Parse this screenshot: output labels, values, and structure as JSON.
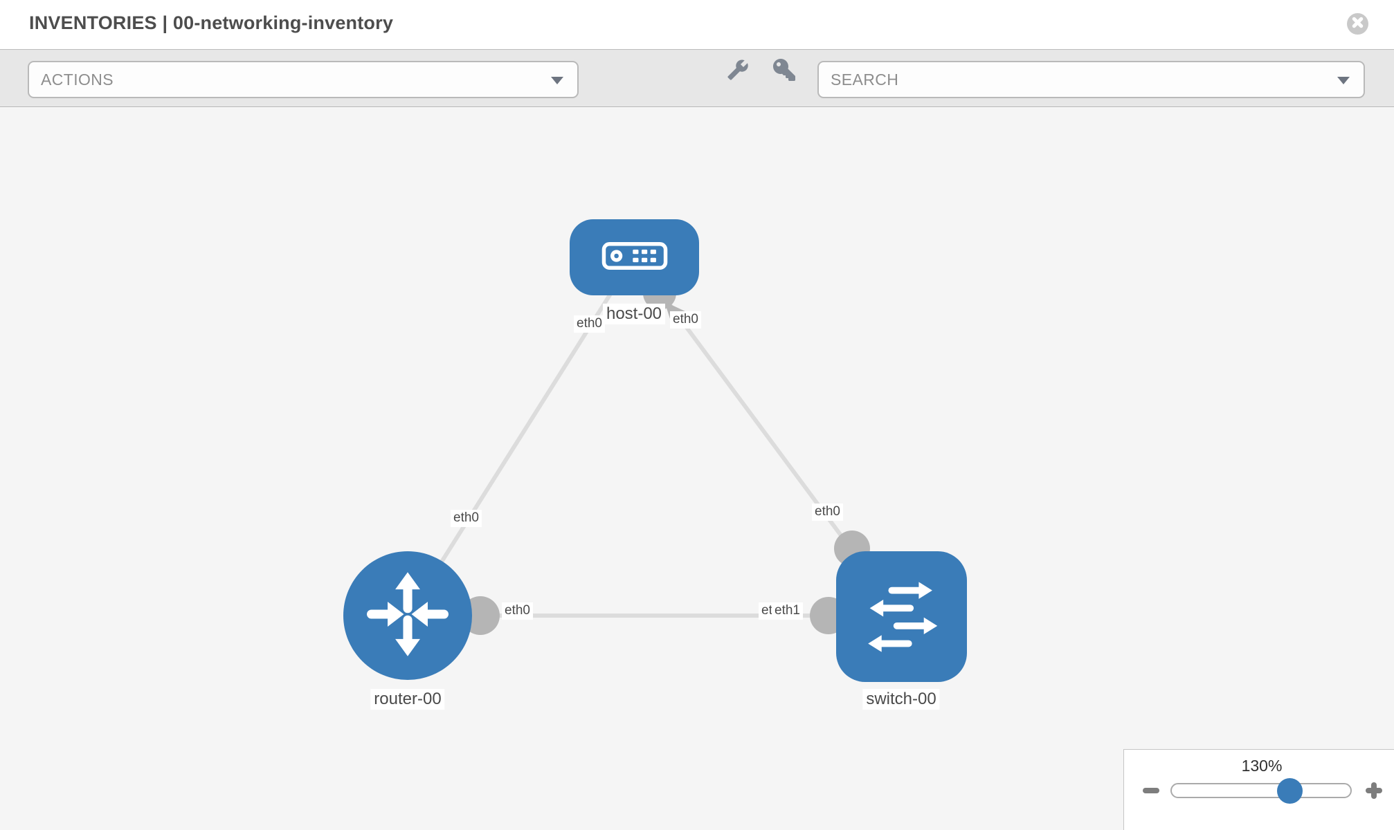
{
  "header": {
    "title": "INVENTORIES | 00-networking-inventory",
    "close_icon": "x-circle-icon"
  },
  "toolbar": {
    "actions_label": "ACTIONS",
    "search_label": "SEARCH",
    "icons": [
      "wrench-icon",
      "key-icon"
    ],
    "dropdown_icon": "chevron-down-icon"
  },
  "colors": {
    "node_blue": "#3a7cb8",
    "link_gray": "#dcdcdc",
    "interface_gray": "#b5b5b5",
    "canvas_bg": "#f5f5f5",
    "toolbar_bg": "#e7e7e7"
  },
  "topology": {
    "nodes": [
      {
        "id": "host-00",
        "type": "host",
        "label": "host-00",
        "icon": "host-icon"
      },
      {
        "id": "router-00",
        "type": "router",
        "label": "router-00",
        "icon": "router-icon"
      },
      {
        "id": "switch-00",
        "type": "switch",
        "label": "switch-00",
        "icon": "switch-icon"
      }
    ],
    "links": [
      {
        "from": "host-00",
        "to": "router-00",
        "from_interface": "eth0",
        "to_interface": "eth0"
      },
      {
        "from": "host-00",
        "to": "switch-00",
        "from_interface": "eth0",
        "to_interface": "eth0"
      },
      {
        "from": "router-00",
        "to": "switch-00",
        "from_interface": "eth0",
        "to_interface": "eth1"
      }
    ],
    "ifaces": {
      "host_left": "eth0",
      "host_right": "eth0",
      "router_top": "eth0",
      "router_mid": "eth0",
      "switch_top": "eth0",
      "switch_mid_under": "eth0",
      "switch_mid": "eth1"
    }
  },
  "zoom_control": {
    "value": "130%",
    "minus_icon": "minus-icon",
    "plus_icon": "plus-icon",
    "slider_percent": 65
  }
}
